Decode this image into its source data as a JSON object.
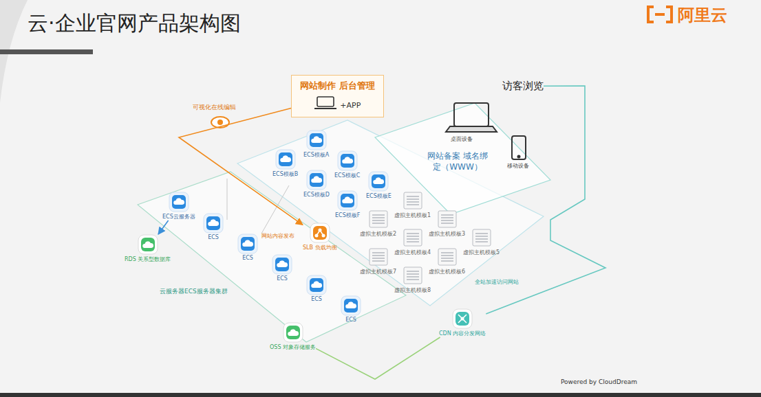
{
  "diagram": {
    "title": "云·企业官网产品架构图",
    "nodes": [
      {
        "text": [
          "网站制作 后台管理",
          "+APP"
        ]
      },
      {
        "text": [
          "访客浏览"
        ]
      },
      {
        "text": [
          "网站备案 域名绑定（WWW）"
        ]
      },
      {
        "text": [
          "ECS模板A"
        ]
      },
      {
        "text": [
          "ECS模板B"
        ]
      },
      {
        "text": [
          "ECS模板C"
        ]
      },
      {
        "text": [
          "ECS模板D"
        ]
      },
      {
        "text": [
          "ECS模板E"
        ]
      },
      {
        "text": [
          "ECS模板F"
        ]
      },
      {
        "text": [
          "虚拟主机模板1"
        ]
      },
      {
        "text": [
          "虚拟主机模板2"
        ]
      },
      {
        "text": [
          "虚拟主机模板3"
        ]
      },
      {
        "text": [
          "虚拟主机模板4"
        ]
      },
      {
        "text": [
          "虚拟主机模板5"
        ]
      },
      {
        "text": [
          "虚拟主机模板6"
        ]
      },
      {
        "text": [
          "虚拟主机模板7"
        ]
      },
      {
        "text": [
          "虚拟主机模板8"
        ]
      },
      {
        "text": [
          "SLB 负载均衡"
        ]
      },
      {
        "text": [
          "ECS云服务器"
        ]
      },
      {
        "text": [
          "ECS"
        ]
      },
      {
        "text": [
          "ECS"
        ]
      },
      {
        "text": [
          "ECS"
        ]
      },
      {
        "text": [
          "ECS"
        ]
      },
      {
        "text": [
          "ECS"
        ]
      },
      {
        "text": [
          "RDS 关系型数据库"
        ]
      },
      {
        "text": [
          "OSS 对象存储服务"
        ]
      },
      {
        "text": [
          "CDN 内容分发网络"
        ]
      }
    ],
    "edges": [
      {
        "from": 0,
        "to": 17,
        "arrow": "to"
      },
      {
        "from": 1,
        "to": 26,
        "arrow": "none"
      },
      {
        "from": 26,
        "to": 25,
        "arrow": "none"
      },
      {
        "from": 18,
        "to": 24,
        "arrow": "to"
      }
    ],
    "labels": [
      "阿里云",
      "可视化在线编辑",
      "桌面设备",
      "移动设备",
      "网站内容发布",
      "云服务器ECS服务器集群",
      "全站加速访问网站",
      "Powered by CloudDream"
    ]
  }
}
